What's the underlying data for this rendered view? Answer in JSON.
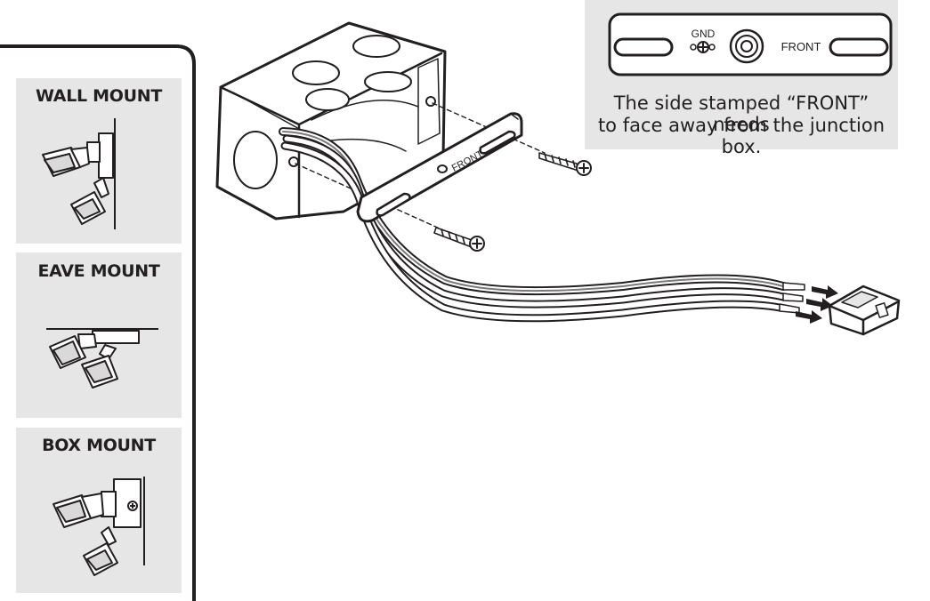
{
  "mount_options": [
    {
      "title": "WALL MOUNT",
      "illustration": "wall-mounted-security-light"
    },
    {
      "title": "EAVE MOUNT",
      "illustration": "eave-mounted-security-light"
    },
    {
      "title": "BOX MOUNT",
      "illustration": "box-mounted-security-light"
    }
  ],
  "bracket_detail": {
    "gnd_label": "GND",
    "front_label": "FRONT",
    "note_line1": "The side stamped “FRONT” needs",
    "note_line2": "to face away from the junction box."
  },
  "assembly": {
    "bracket_stamp": "FRONT"
  },
  "colors": {
    "panel_gray": "#e6e6e6",
    "ink": "#231f20",
    "part_fill": "#ffffff"
  }
}
